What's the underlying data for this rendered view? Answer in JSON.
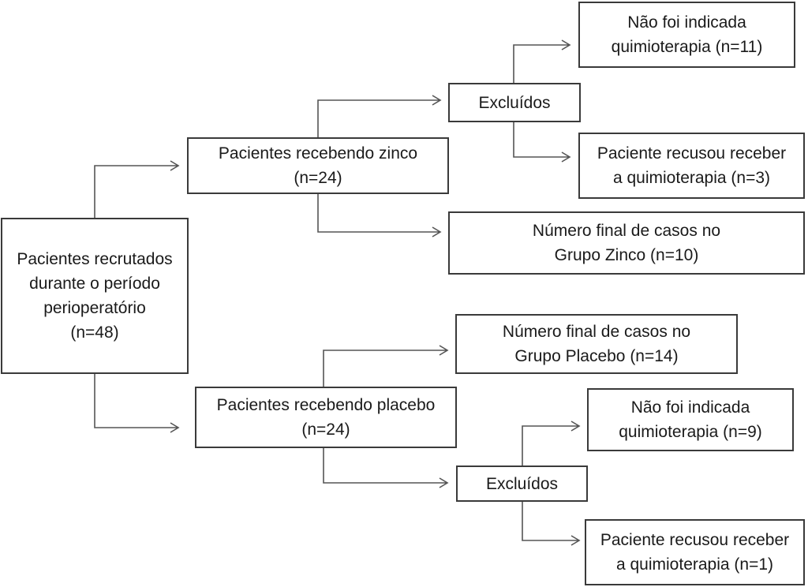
{
  "nodes": {
    "recruited": [
      "Pacientes recrutados",
      "durante o período",
      "perioperatório",
      "(n=48)"
    ],
    "zinc": [
      "Pacientes recebendo zinco",
      "(n=24)"
    ],
    "placebo": [
      "Pacientes recebendo placebo",
      "(n=24)"
    ],
    "zinc_excluded": [
      "Excluídos"
    ],
    "zinc_no_chemo": [
      "Não foi indicada",
      "quimioterapia (n=11)"
    ],
    "zinc_refused": [
      "Paciente recusou receber",
      "a quimioterapia (n=3)"
    ],
    "zinc_final": [
      "Número final de casos no",
      "Grupo Zinco (n=10)"
    ],
    "placebo_final": [
      "Número final de casos no",
      "Grupo Placebo (n=14)"
    ],
    "placebo_excluded": [
      "Excluídos"
    ],
    "placebo_no_chemo": [
      "Não foi indicada",
      "quimioterapia (n=9)"
    ],
    "placebo_refused": [
      "Paciente recusou receber",
      "a quimioterapia (n=1)"
    ]
  }
}
